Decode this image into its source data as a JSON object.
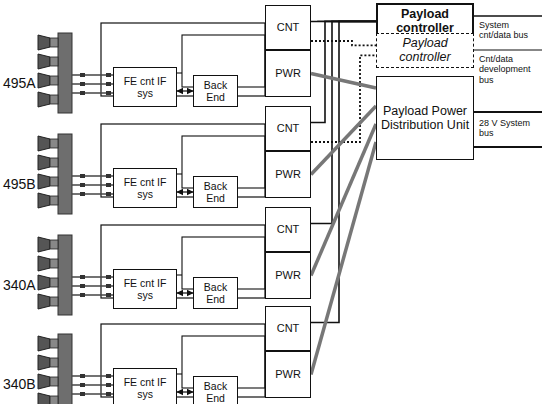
{
  "diagram": {
    "nodes": [
      {
        "text": [
          "FE cnt IF sys"
        ]
      },
      {
        "text": [
          "Back End"
        ]
      },
      {
        "text": [
          "CNT"
        ]
      },
      {
        "text": [
          "PWR"
        ]
      },
      {
        "text": [
          "FE cnt IF sys"
        ]
      },
      {
        "text": [
          "Back End"
        ]
      },
      {
        "text": [
          "CNT"
        ]
      },
      {
        "text": [
          "PWR"
        ]
      },
      {
        "text": [
          "FE cnt IF sys"
        ]
      },
      {
        "text": [
          "Back End"
        ]
      },
      {
        "text": [
          "CNT"
        ]
      },
      {
        "text": [
          "PWR"
        ]
      },
      {
        "text": [
          "FE cnt IF sys"
        ]
      },
      {
        "text": [
          "Back End"
        ]
      },
      {
        "text": [
          "CNT"
        ]
      },
      {
        "text": [
          "PWR"
        ]
      },
      {
        "text": [
          "Payload controller"
        ]
      },
      {
        "text": [
          "Payload controller"
        ]
      },
      {
        "text": [
          "Payload Power Distribution Unit"
        ]
      }
    ],
    "edges": [
      {
        "from": 0,
        "to": 1,
        "arrow": "both"
      },
      {
        "from": 4,
        "to": 5,
        "arrow": "both"
      },
      {
        "from": 8,
        "to": 9,
        "arrow": "both"
      },
      {
        "from": 12,
        "to": 13,
        "arrow": "both"
      },
      {
        "from": 2,
        "to": 16,
        "arrow": "none"
      },
      {
        "from": 6,
        "to": 16,
        "arrow": "none"
      },
      {
        "from": 10,
        "to": 16,
        "arrow": "none"
      },
      {
        "from": 14,
        "to": 16,
        "arrow": "none"
      },
      {
        "from": 2,
        "to": 17,
        "arrow": "none"
      },
      {
        "from": 6,
        "to": 17,
        "arrow": "none"
      },
      {
        "from": 3,
        "to": 18,
        "arrow": "none"
      },
      {
        "from": 7,
        "to": 18,
        "arrow": "none"
      },
      {
        "from": 11,
        "to": 18,
        "arrow": "none"
      },
      {
        "from": 15,
        "to": 18,
        "arrow": "none"
      }
    ],
    "labels": [
      "495A",
      "495B",
      "340A",
      "340B",
      "System cnt/data bus",
      "Cnt/data development bus",
      "28 V System bus"
    ]
  }
}
